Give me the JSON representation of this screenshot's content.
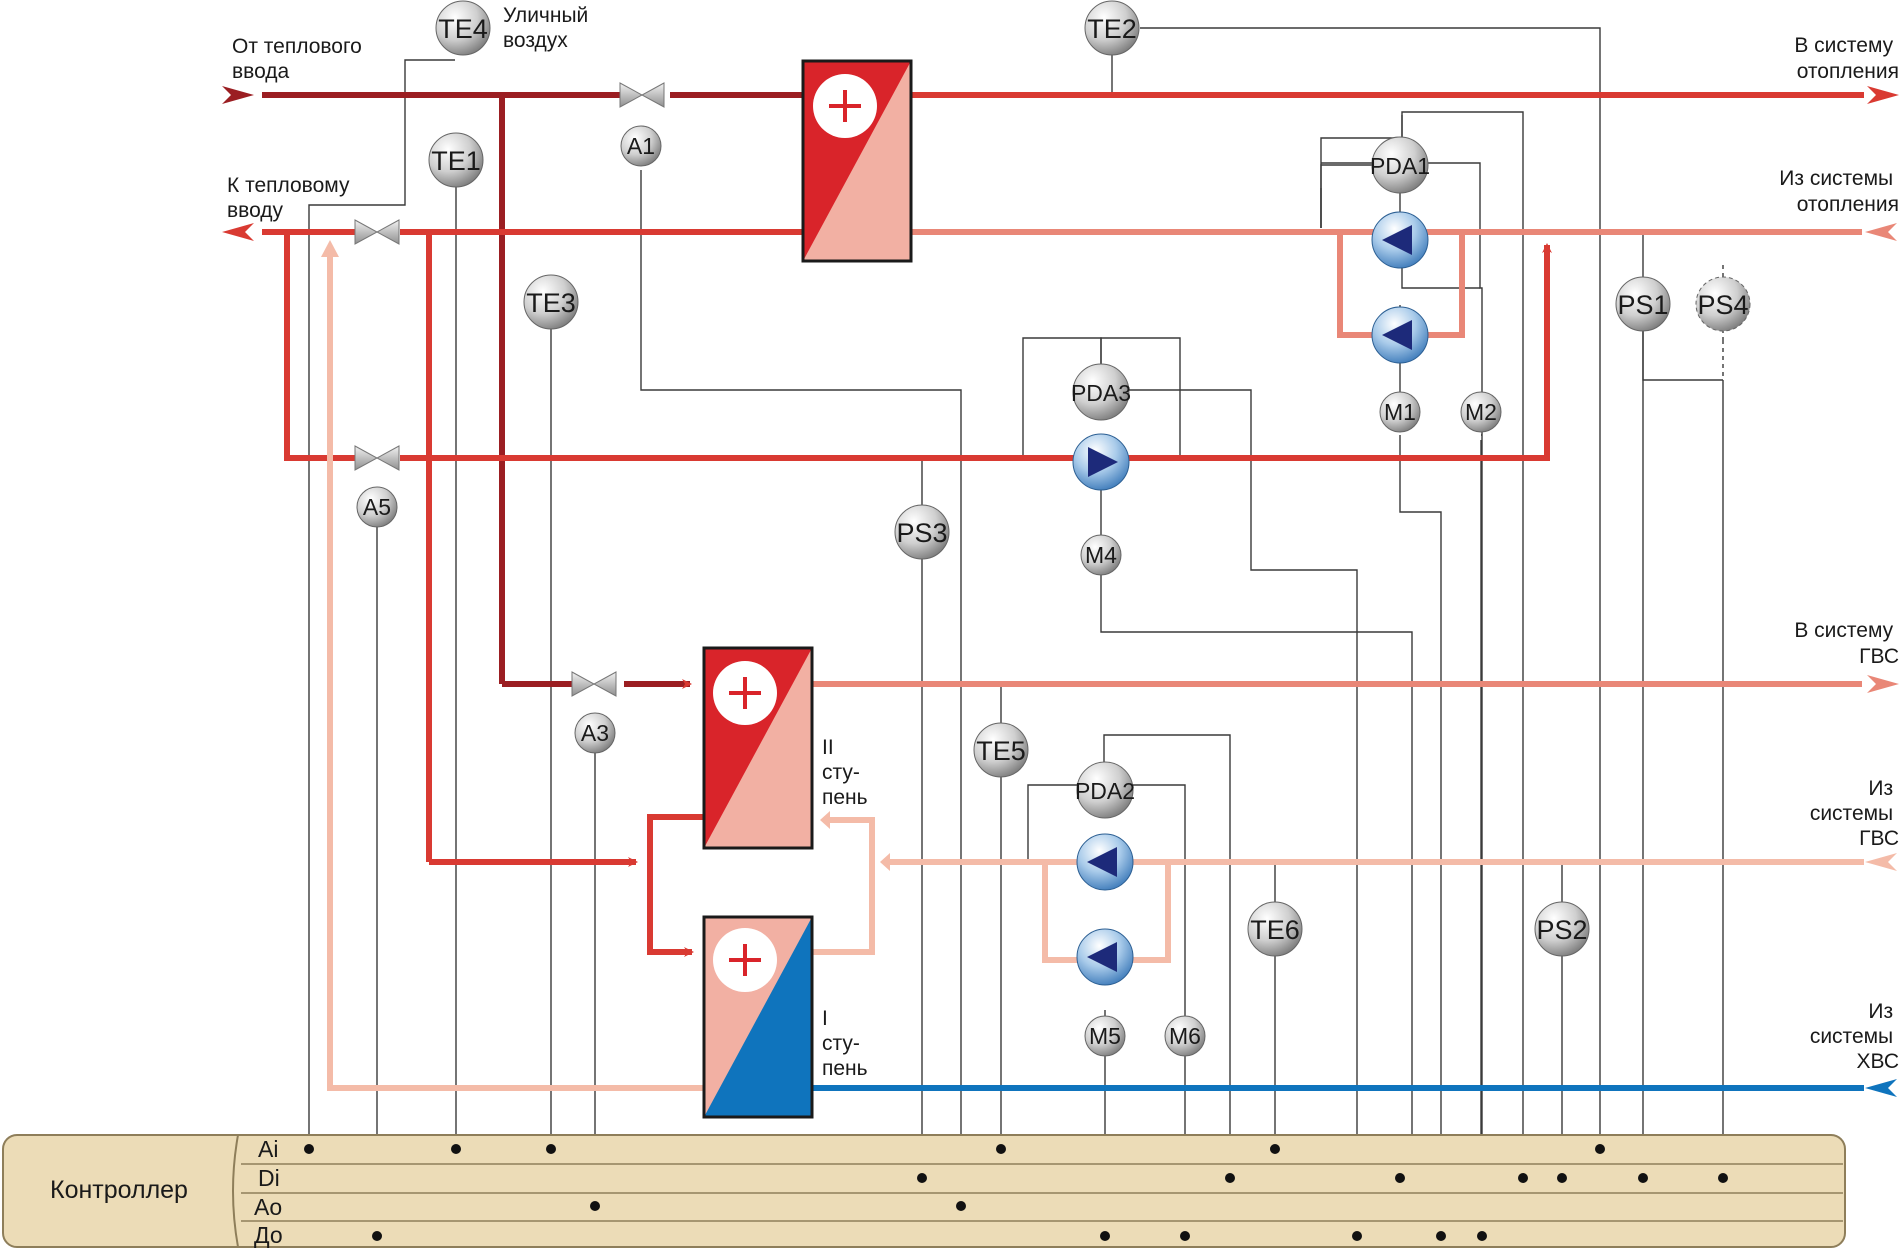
{
  "labels": {
    "from_heat_input": [
      "От теплового",
      "ввода"
    ],
    "to_heat_input": [
      "К тепловому",
      "вводу"
    ],
    "outdoor_air": [
      "Уличный",
      "воздух"
    ],
    "to_heating": [
      "В систему",
      "отопления"
    ],
    "from_heating": [
      "Из системы",
      "отопления"
    ],
    "to_dhw": [
      "В систему",
      "ГВС"
    ],
    "from_dhw": [
      "Из",
      "системы",
      "ГВС"
    ],
    "from_cold_water": [
      "Из",
      "системы",
      "ХВС"
    ],
    "stage_2": [
      "II",
      "сту-",
      "пень"
    ],
    "stage_1": [
      "I",
      "сту-",
      "пень"
    ]
  },
  "sensors": {
    "te1": "TE1",
    "te2": "TE2",
    "te3": "TE3",
    "te4": "TE4",
    "te5": "TE5",
    "te6": "TE6",
    "pda1": "PDA1",
    "pda2": "PDA2",
    "pda3": "PDA3",
    "ps1": "PS1",
    "ps2": "PS2",
    "ps3": "PS3",
    "ps4": "PS4",
    "a1": "A1",
    "a3": "A3",
    "a5": "A5",
    "m1": "M1",
    "m2": "M2",
    "m4": "M4",
    "m5": "M5",
    "m6": "M6"
  },
  "controller": {
    "title": "Контроллер",
    "buses": [
      "Ai",
      "Di",
      "Ao",
      "До"
    ]
  },
  "colors": {
    "supply_dark": "#9b1e22",
    "supply": "#d93a32",
    "return_pink": "#e98777",
    "return_light": "#f4bba8",
    "cold_water": "#0f74bd",
    "controller_bg": "#ecdcb7",
    "pump_blue": "#4a8fcc"
  }
}
